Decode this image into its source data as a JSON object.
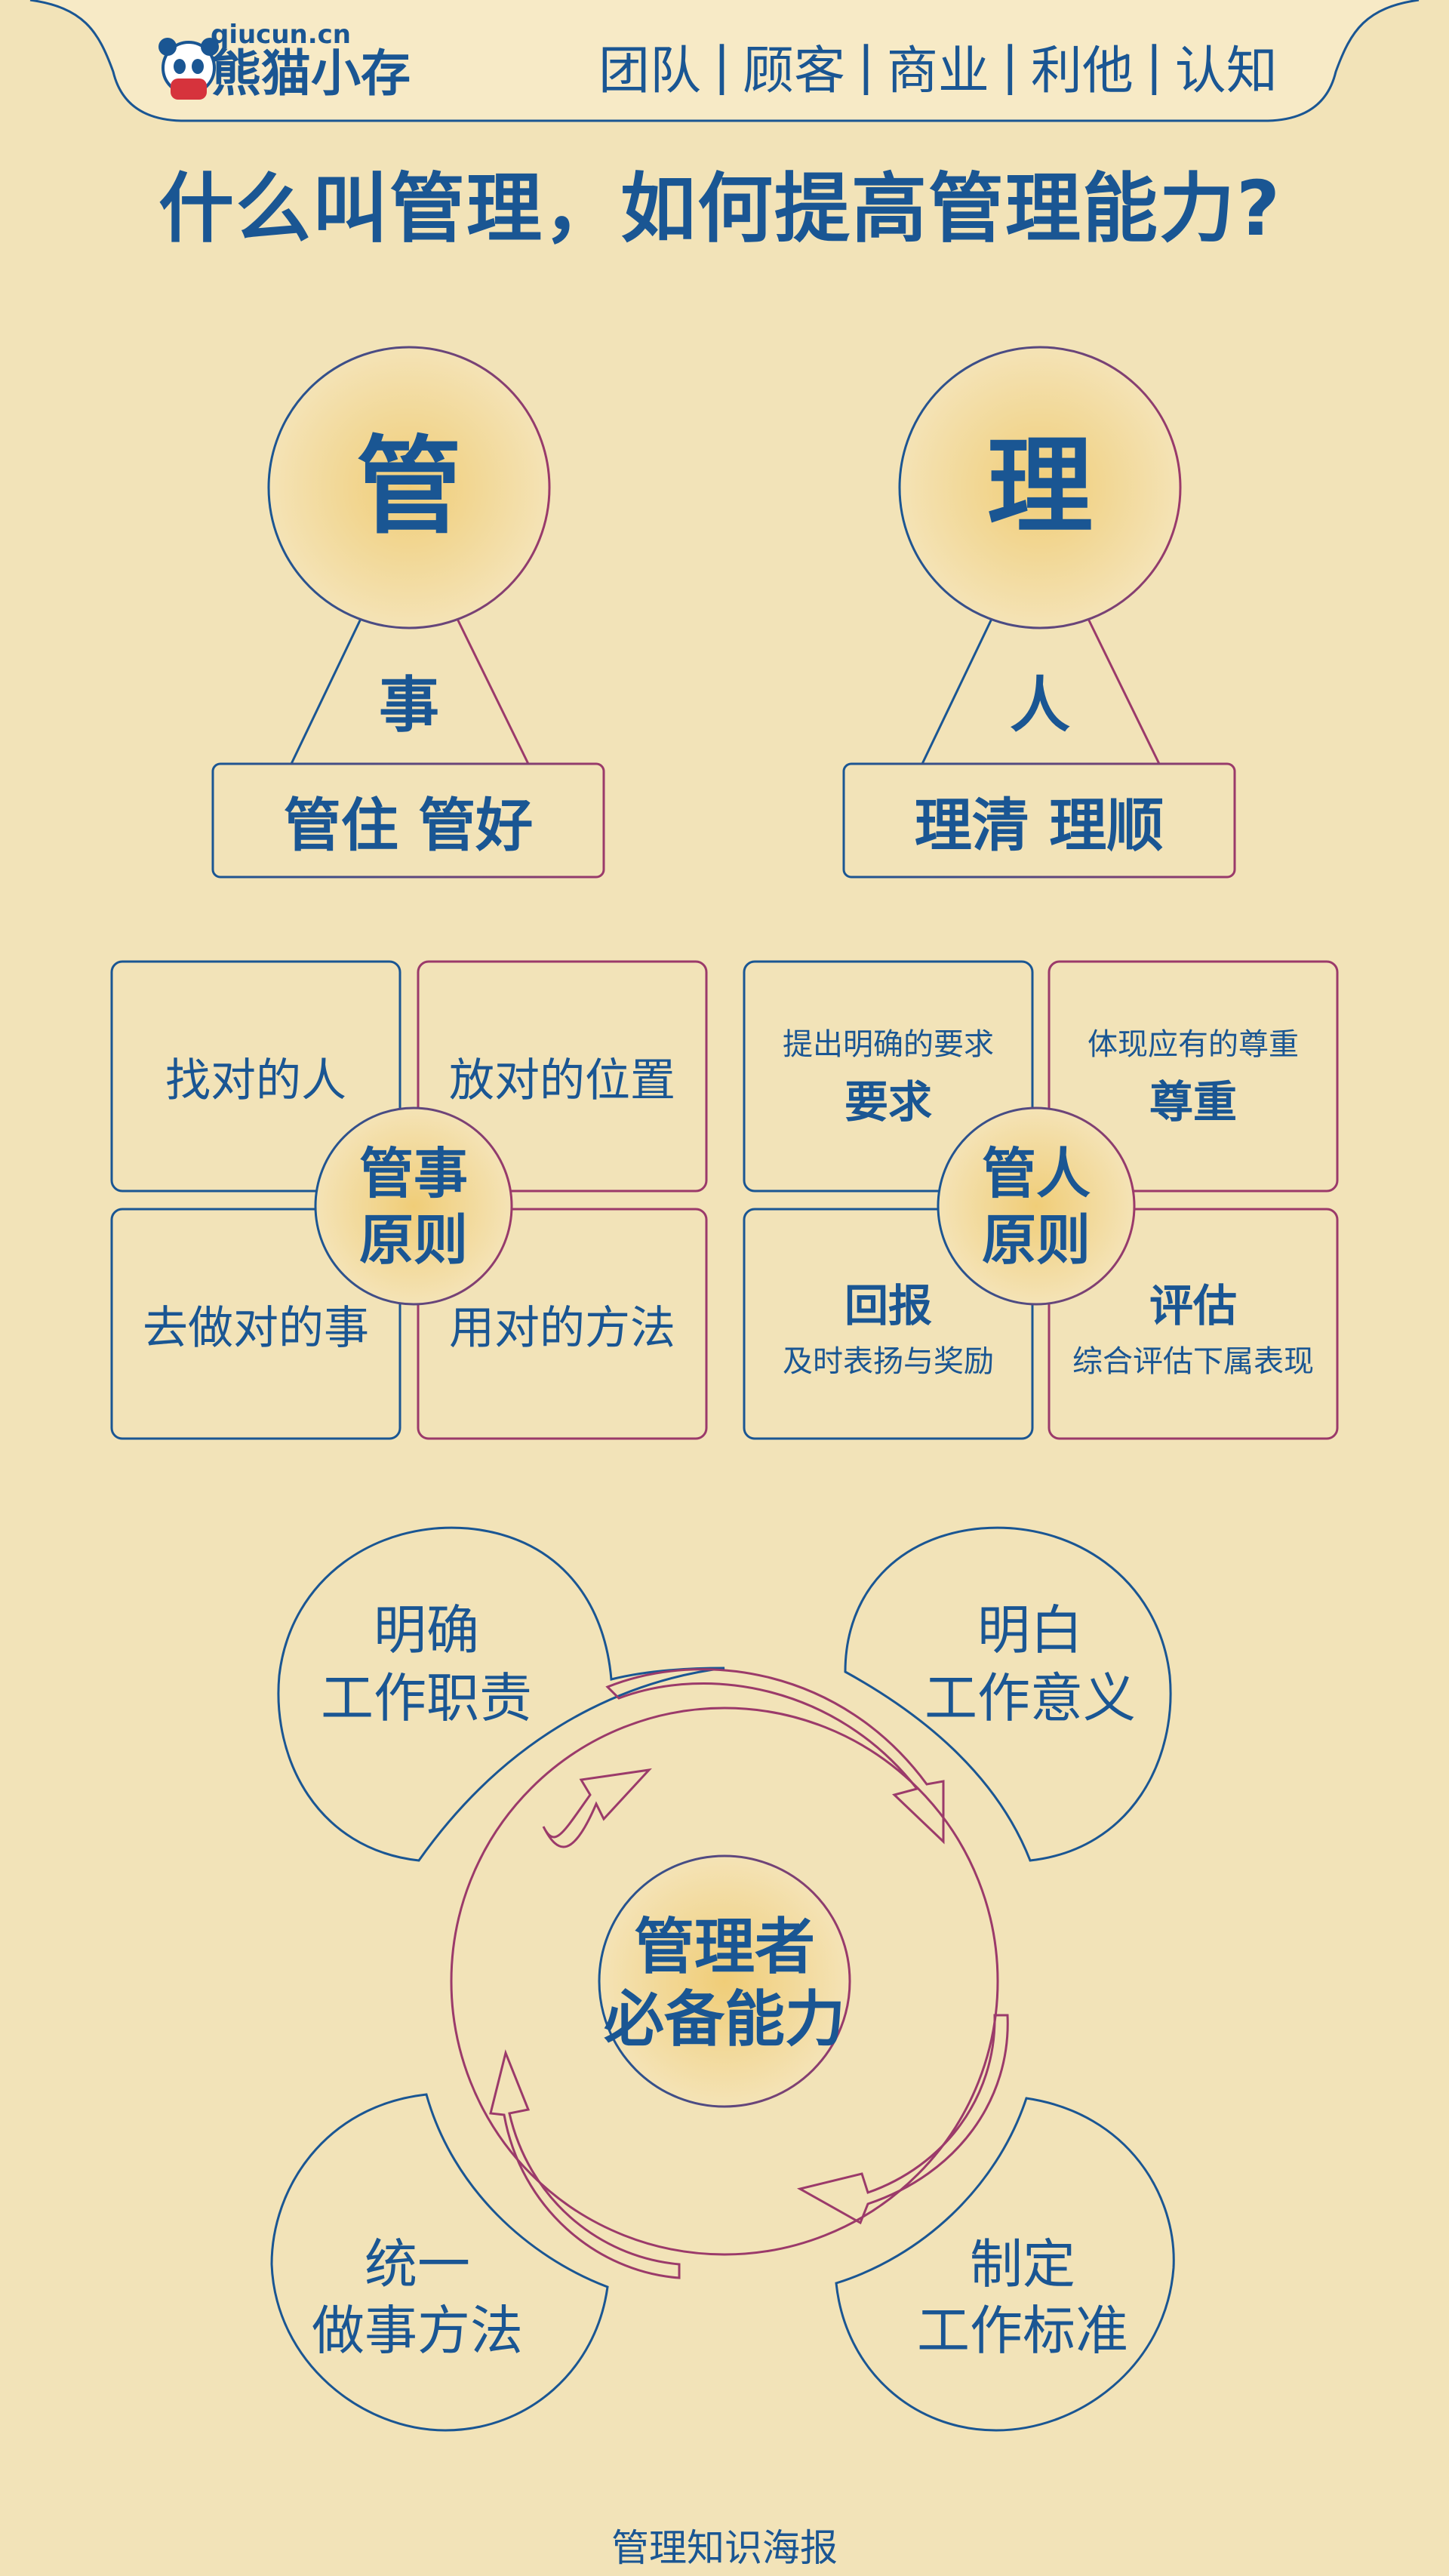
{
  "header": {
    "logo": {
      "domain": "qiucun.cn",
      "brand": "熊猫小存",
      "icon": "panda-icon"
    },
    "nav": [
      "团队",
      "顾客",
      "商业",
      "利他",
      "认知"
    ]
  },
  "title": "什么叫管理，如何提高管理能力?",
  "top": {
    "left": {
      "circle": "管",
      "middle": "事",
      "box": "管住 管好"
    },
    "right": {
      "circle": "理",
      "middle": "人",
      "box": "理清 理顺"
    }
  },
  "principles": {
    "matters": {
      "center_line1": "管事",
      "center_line2": "原则",
      "cells": [
        "找对的人",
        "放对的位置",
        "去做对的事",
        "用对的方法"
      ]
    },
    "people": {
      "center_line1": "管人",
      "center_line2": "原则",
      "cells": [
        {
          "small": "提出明确的要求",
          "big": "要求"
        },
        {
          "small": "体现应有的尊重",
          "big": "尊重"
        },
        {
          "big": "回报",
          "small": "及时表扬与奖励"
        },
        {
          "big": "评估",
          "small": "综合评估下属表现"
        }
      ]
    }
  },
  "cycle": {
    "center_line1": "管理者",
    "center_line2": "必备能力",
    "petals": [
      {
        "line1": "明确",
        "line2": "工作职责"
      },
      {
        "line1": "明白",
        "line2": "工作意义"
      },
      {
        "line1": "统一",
        "line2": "做事方法"
      },
      {
        "line1": "制定",
        "line2": "工作标准"
      }
    ]
  },
  "footer": "管理知识海报",
  "colors": {
    "background": "#f2e3b8",
    "primary": "#1a5693",
    "accent_line": "#9b3a6a",
    "glow": "#f0cf7e"
  }
}
